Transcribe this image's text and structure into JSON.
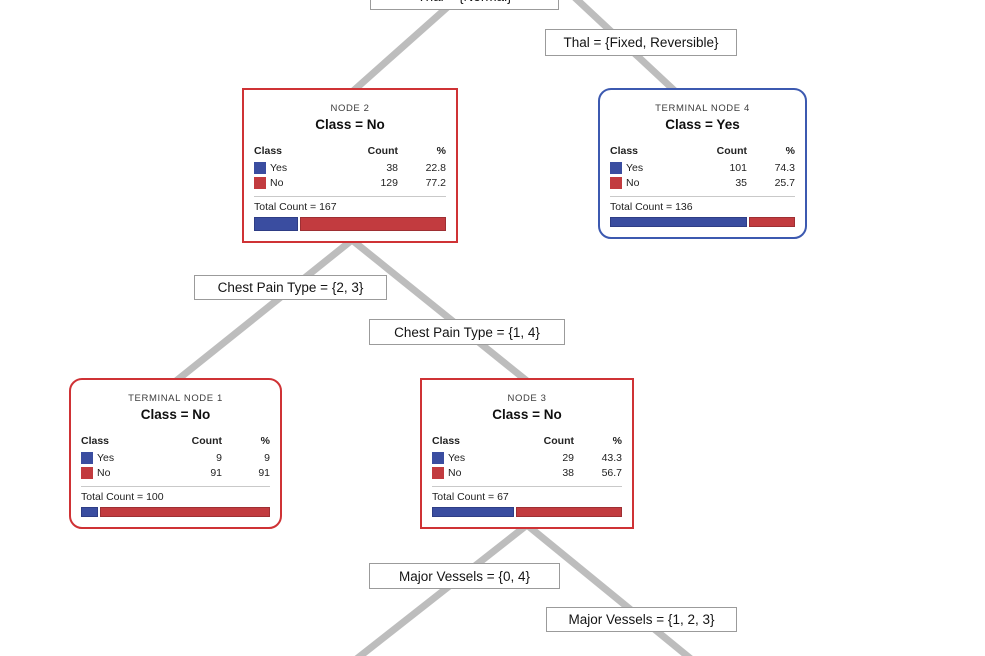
{
  "colors": {
    "class_yes_blue": "#3a4da0",
    "class_no_red": "#c23b3f",
    "node_border_red": "#cf3235",
    "node_border_blue": "#3c59b0",
    "connector_gray": "#bdbdbd"
  },
  "table_headers": {
    "class": "Class",
    "count": "Count",
    "pct": "%"
  },
  "edges": {
    "thal_normal": "Thal = {Normal}",
    "thal_fixed_reversible": "Thal = {Fixed, Reversible}",
    "chest_pain_23": "Chest Pain Type = {2, 3}",
    "chest_pain_14": "Chest Pain Type = {1, 4}",
    "major_vessels_04": "Major Vessels = {0, 4}",
    "major_vessels_123": "Major Vessels = {1, 2, 3}"
  },
  "nodes": [
    {
      "title": "NODE 2",
      "class_label": "Class = No",
      "rows": [
        {
          "label": "Yes",
          "count": "38",
          "pct": "22.8"
        },
        {
          "label": "No",
          "count": "129",
          "pct": "77.2"
        }
      ],
      "total_text": "Total Count = 167",
      "bar": {
        "yes_pct": 22.8,
        "no_pct": 77.2
      }
    },
    {
      "title": "TERMINAL NODE 4",
      "class_label": "Class = Yes",
      "rows": [
        {
          "label": "Yes",
          "count": "101",
          "pct": "74.3"
        },
        {
          "label": "No",
          "count": "35",
          "pct": "25.7"
        }
      ],
      "total_text": "Total Count = 136",
      "bar": {
        "yes_pct": 74.3,
        "no_pct": 25.7
      }
    },
    {
      "title": "TERMINAL NODE 1",
      "class_label": "Class = No",
      "rows": [
        {
          "label": "Yes",
          "count": "9",
          "pct": "9"
        },
        {
          "label": "No",
          "count": "91",
          "pct": "91"
        }
      ],
      "total_text": "Total Count = 100",
      "bar": {
        "yes_pct": 9,
        "no_pct": 91
      }
    },
    {
      "title": "NODE 3",
      "class_label": "Class = No",
      "rows": [
        {
          "label": "Yes",
          "count": "29",
          "pct": "43.3"
        },
        {
          "label": "No",
          "count": "38",
          "pct": "56.7"
        }
      ],
      "total_text": "Total Count = 67",
      "bar": {
        "yes_pct": 43.3,
        "no_pct": 56.7
      }
    }
  ]
}
